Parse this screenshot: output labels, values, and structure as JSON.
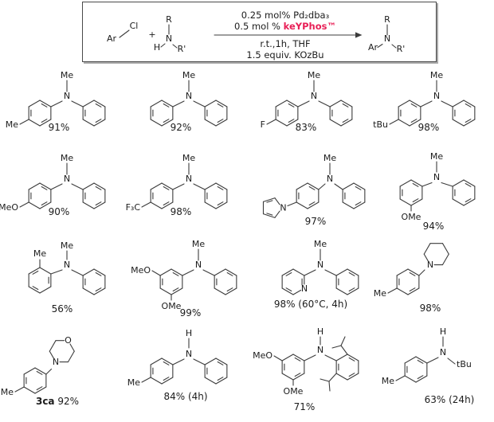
{
  "scheme": {
    "reactant": {
      "ar": "Ar",
      "cl": "Cl"
    },
    "plus": "+",
    "amine": {
      "r": "R",
      "h": "H",
      "n": "N",
      "rp": "R'"
    },
    "product": {
      "r": "R",
      "ar": "Ar",
      "n": "N",
      "rp": "R'"
    },
    "conditions": {
      "line1": "0.25 mol% Pd₂dba₃",
      "line2_prefix": "0.5 mol % ",
      "line2_highlight": "keYPhos™",
      "line3": "r.t.,1h, THF",
      "line4": "1.5 equiv. KOzBu"
    },
    "highlight_color": "#e82057",
    "line_color": "#3c3c3c",
    "text_color": "#1c1c1c"
  },
  "products": [
    {
      "structure": "4-Me-C6H4 / N(Me) / Ph",
      "yield": "91%",
      "labels": {
        "nsub": "Me",
        "n": "N",
        "sub": "Me"
      }
    },
    {
      "structure": "Ph / N(Me) / Ph",
      "yield": "92%",
      "labels": {
        "nsub": "Me",
        "n": "N"
      }
    },
    {
      "structure": "4-F-C6H4 / N(Me) / Ph",
      "yield": "83%",
      "labels": {
        "nsub": "Me",
        "n": "N",
        "sub": "F"
      }
    },
    {
      "structure": "4-tBu-C6H4 / N(Me) / Ph",
      "yield": "98%",
      "labels": {
        "nsub": "Me",
        "n": "N",
        "sub": "tBu"
      }
    },
    {
      "structure": "4-MeO-C6H4 / N(Me) / Ph",
      "yield": "90%",
      "labels": {
        "nsub": "Me",
        "n": "N",
        "sub": "MeO"
      }
    },
    {
      "structure": "4-F3C-C6H4 / N(Me) / Ph",
      "yield": "98%",
      "labels": {
        "nsub": "Me",
        "n": "N",
        "sub": "F₃C"
      }
    },
    {
      "structure": "4-(pyrrol-1-yl)-C6H4 / N(Me) / Ph",
      "yield": "97%",
      "labels": {
        "nsub": "Me",
        "n": "N",
        "ring_n": "N"
      }
    },
    {
      "structure": "3-MeO-C6H4 / N(Me) / Ph",
      "yield": "94%",
      "labels": {
        "nsub": "Me",
        "n": "N",
        "sub": "OMe"
      }
    },
    {
      "structure": "2-Me-C6H4 / N(Me) / Ph",
      "yield": "56%",
      "labels": {
        "nsub": "Me",
        "n": "N",
        "sub": "Me"
      }
    },
    {
      "structure": "3,5-(MeO)2-C6H3 / N(Me) / Ph",
      "yield": "99%",
      "labels": {
        "nsub": "Me",
        "n": "N",
        "sub1": "MeO",
        "sub2": "OMe"
      }
    },
    {
      "structure": "pyridin-2-yl / N(Me) / Ph",
      "yield": "98% (60°C, 4h)",
      "labels": {
        "nsub": "Me",
        "n": "N",
        "ring_n": "N"
      }
    },
    {
      "structure": "4-Me-C6H4 / piperidin-1-yl",
      "yield": "98%",
      "labels": {
        "n": "N",
        "sub": "Me"
      }
    },
    {
      "structure": "4-Me-C6H4 / morpholin-4-yl",
      "tag": "3ca",
      "yield": "92%",
      "labels": {
        "n": "N",
        "o": "O",
        "sub": "Me"
      }
    },
    {
      "structure": "4-Me-C6H4 / N(H) / Ph",
      "yield": "84% (4h)",
      "labels": {
        "nsub": "H",
        "n": "N",
        "sub": "Me"
      }
    },
    {
      "structure": "3,5-(MeO)2-C6H3 / N(H) / 2,6-iPr2-C6H3",
      "yield": "71%",
      "labels": {
        "nsub": "H",
        "n": "N",
        "sub1": "MeO",
        "sub2": "OMe"
      }
    },
    {
      "structure": "4-Me-C6H4 / N(H) / tBu",
      "yield": "63% (24h)",
      "labels": {
        "nsub": "H",
        "n": "N",
        "sub": "Me",
        "right": "tBu"
      }
    }
  ]
}
